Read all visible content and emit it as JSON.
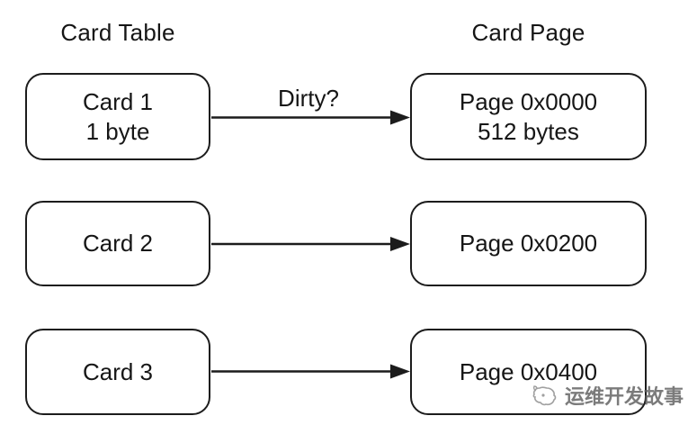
{
  "diagram": {
    "headers": {
      "left": "Card Table",
      "right": "Card Page"
    },
    "rows": [
      {
        "card": [
          "Card 1",
          "1 byte"
        ],
        "arrow_label": "Dirty?",
        "page": [
          "Page 0x0000",
          "512 bytes"
        ]
      },
      {
        "card": [
          "Card 2"
        ],
        "page": [
          "Page 0x0200"
        ]
      },
      {
        "card": [
          "Card 3"
        ],
        "page": [
          "Page 0x0400"
        ]
      }
    ],
    "watermark": {
      "icon": "whale-chat-logo",
      "text": "运维开发故事"
    },
    "colors": {
      "stroke": "#1c1c1c",
      "watermark": "#5f5f5f",
      "background": "#ffffff"
    }
  }
}
